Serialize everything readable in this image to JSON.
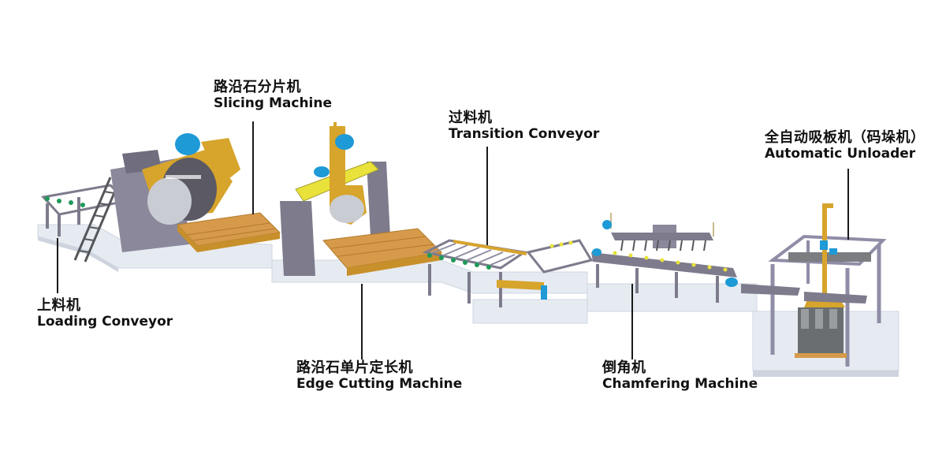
{
  "diagram": {
    "type": "production-line-illustration",
    "colors": {
      "background": "#ffffff",
      "floor_platform": "#e3e8f0",
      "frame_steel": "#7d7b8c",
      "machine_housing": "#d7a42c",
      "wood_pallet": "#d69a4a",
      "motor_blue": "#1e9ad6",
      "roller_green": "#1f9a5a",
      "accent_yellow": "#e8e23a",
      "stone_block": "#6b6e70",
      "leader_line": "#1a1a1a",
      "label_text": "#111111"
    },
    "stations": [
      {
        "id": "loading",
        "zh": "上料机",
        "en": "Loading Conveyor"
      },
      {
        "id": "slicing",
        "zh": "路沿石分片机",
        "en": "Slicing Machine"
      },
      {
        "id": "edge_cutting",
        "zh": "路沿石单片定长机",
        "en": "Edge Cutting Machine"
      },
      {
        "id": "transition",
        "zh": "过料机",
        "en": "Transition Conveyor"
      },
      {
        "id": "chamfering",
        "zh": "倒角机",
        "en": "Chamfering Machine"
      },
      {
        "id": "unloader",
        "zh": "全自动吸板机（码垛机）",
        "en": "Automatic Unloader"
      }
    ]
  }
}
